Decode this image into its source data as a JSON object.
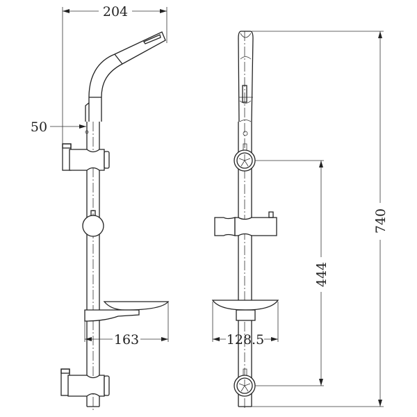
{
  "drawing": {
    "views": [
      "side-view",
      "front-view"
    ],
    "dimensions": {
      "overall_depth": "204",
      "wall_offset": "50",
      "side_soap_dish_depth": "163",
      "front_soap_dish_width": "128.5",
      "bracket_spacing": "444",
      "overall_height": "740"
    },
    "line_color": "#222222",
    "background": "#ffffff"
  }
}
